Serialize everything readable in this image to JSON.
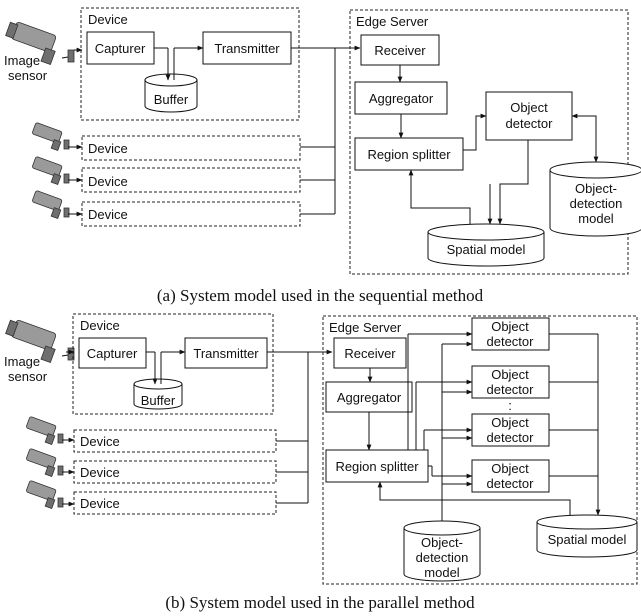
{
  "diagram_a": {
    "caption": "(a) System model used in the sequential method",
    "image_sensor": [
      "Image",
      "sensor"
    ],
    "device_title": "Device",
    "capturer": "Capturer",
    "transmitter": "Transmitter",
    "buffer": "Buffer",
    "device_rows": [
      "Device",
      "Device",
      "Device"
    ],
    "edge_title": "Edge Server",
    "receiver": "Receiver",
    "aggregator": "Aggregator",
    "region_splitter": "Region splitter",
    "object_detector": [
      "Object",
      "detector"
    ],
    "od_model": [
      "Object-",
      "detection",
      "model"
    ],
    "spatial_model": "Spatial model"
  },
  "diagram_b": {
    "caption": "(b) System model used in the parallel method",
    "image_sensor": [
      "Image",
      "sensor"
    ],
    "device_title": "Device",
    "capturer": "Capturer",
    "transmitter": "Transmitter",
    "buffer": "Buffer",
    "device_rows": [
      "Device",
      "Device",
      "Device"
    ],
    "edge_title": "Edge Server",
    "receiver": "Receiver",
    "aggregator": "Aggregator",
    "region_splitter": "Region splitter",
    "object_detectors": [
      [
        "Object",
        "detector"
      ],
      [
        "Object",
        "detector"
      ],
      [
        "Object",
        "detector"
      ],
      [
        "Object",
        "detector"
      ]
    ],
    "ellipsis": ":",
    "od_model": [
      "Object-",
      "detection",
      "model"
    ],
    "spatial_model": "Spatial model"
  }
}
